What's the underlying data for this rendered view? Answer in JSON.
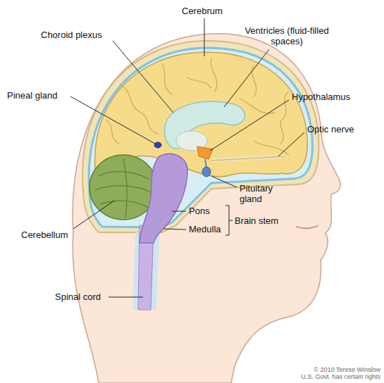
{
  "diagram": {
    "labels": [
      "Cerebrum",
      "Choroid plexus",
      "Ventricles (fluid-filled spaces)",
      "Pineal gland",
      "Hypothalamus",
      "Optic nerve",
      "Pituitary gland",
      "Pons",
      "Medulla",
      "Brain stem",
      "Cerebellum",
      "Spinal cord",
      "© 2010 Terese Winslow",
      "U.S. Govt. has certain rights"
    ]
  }
}
